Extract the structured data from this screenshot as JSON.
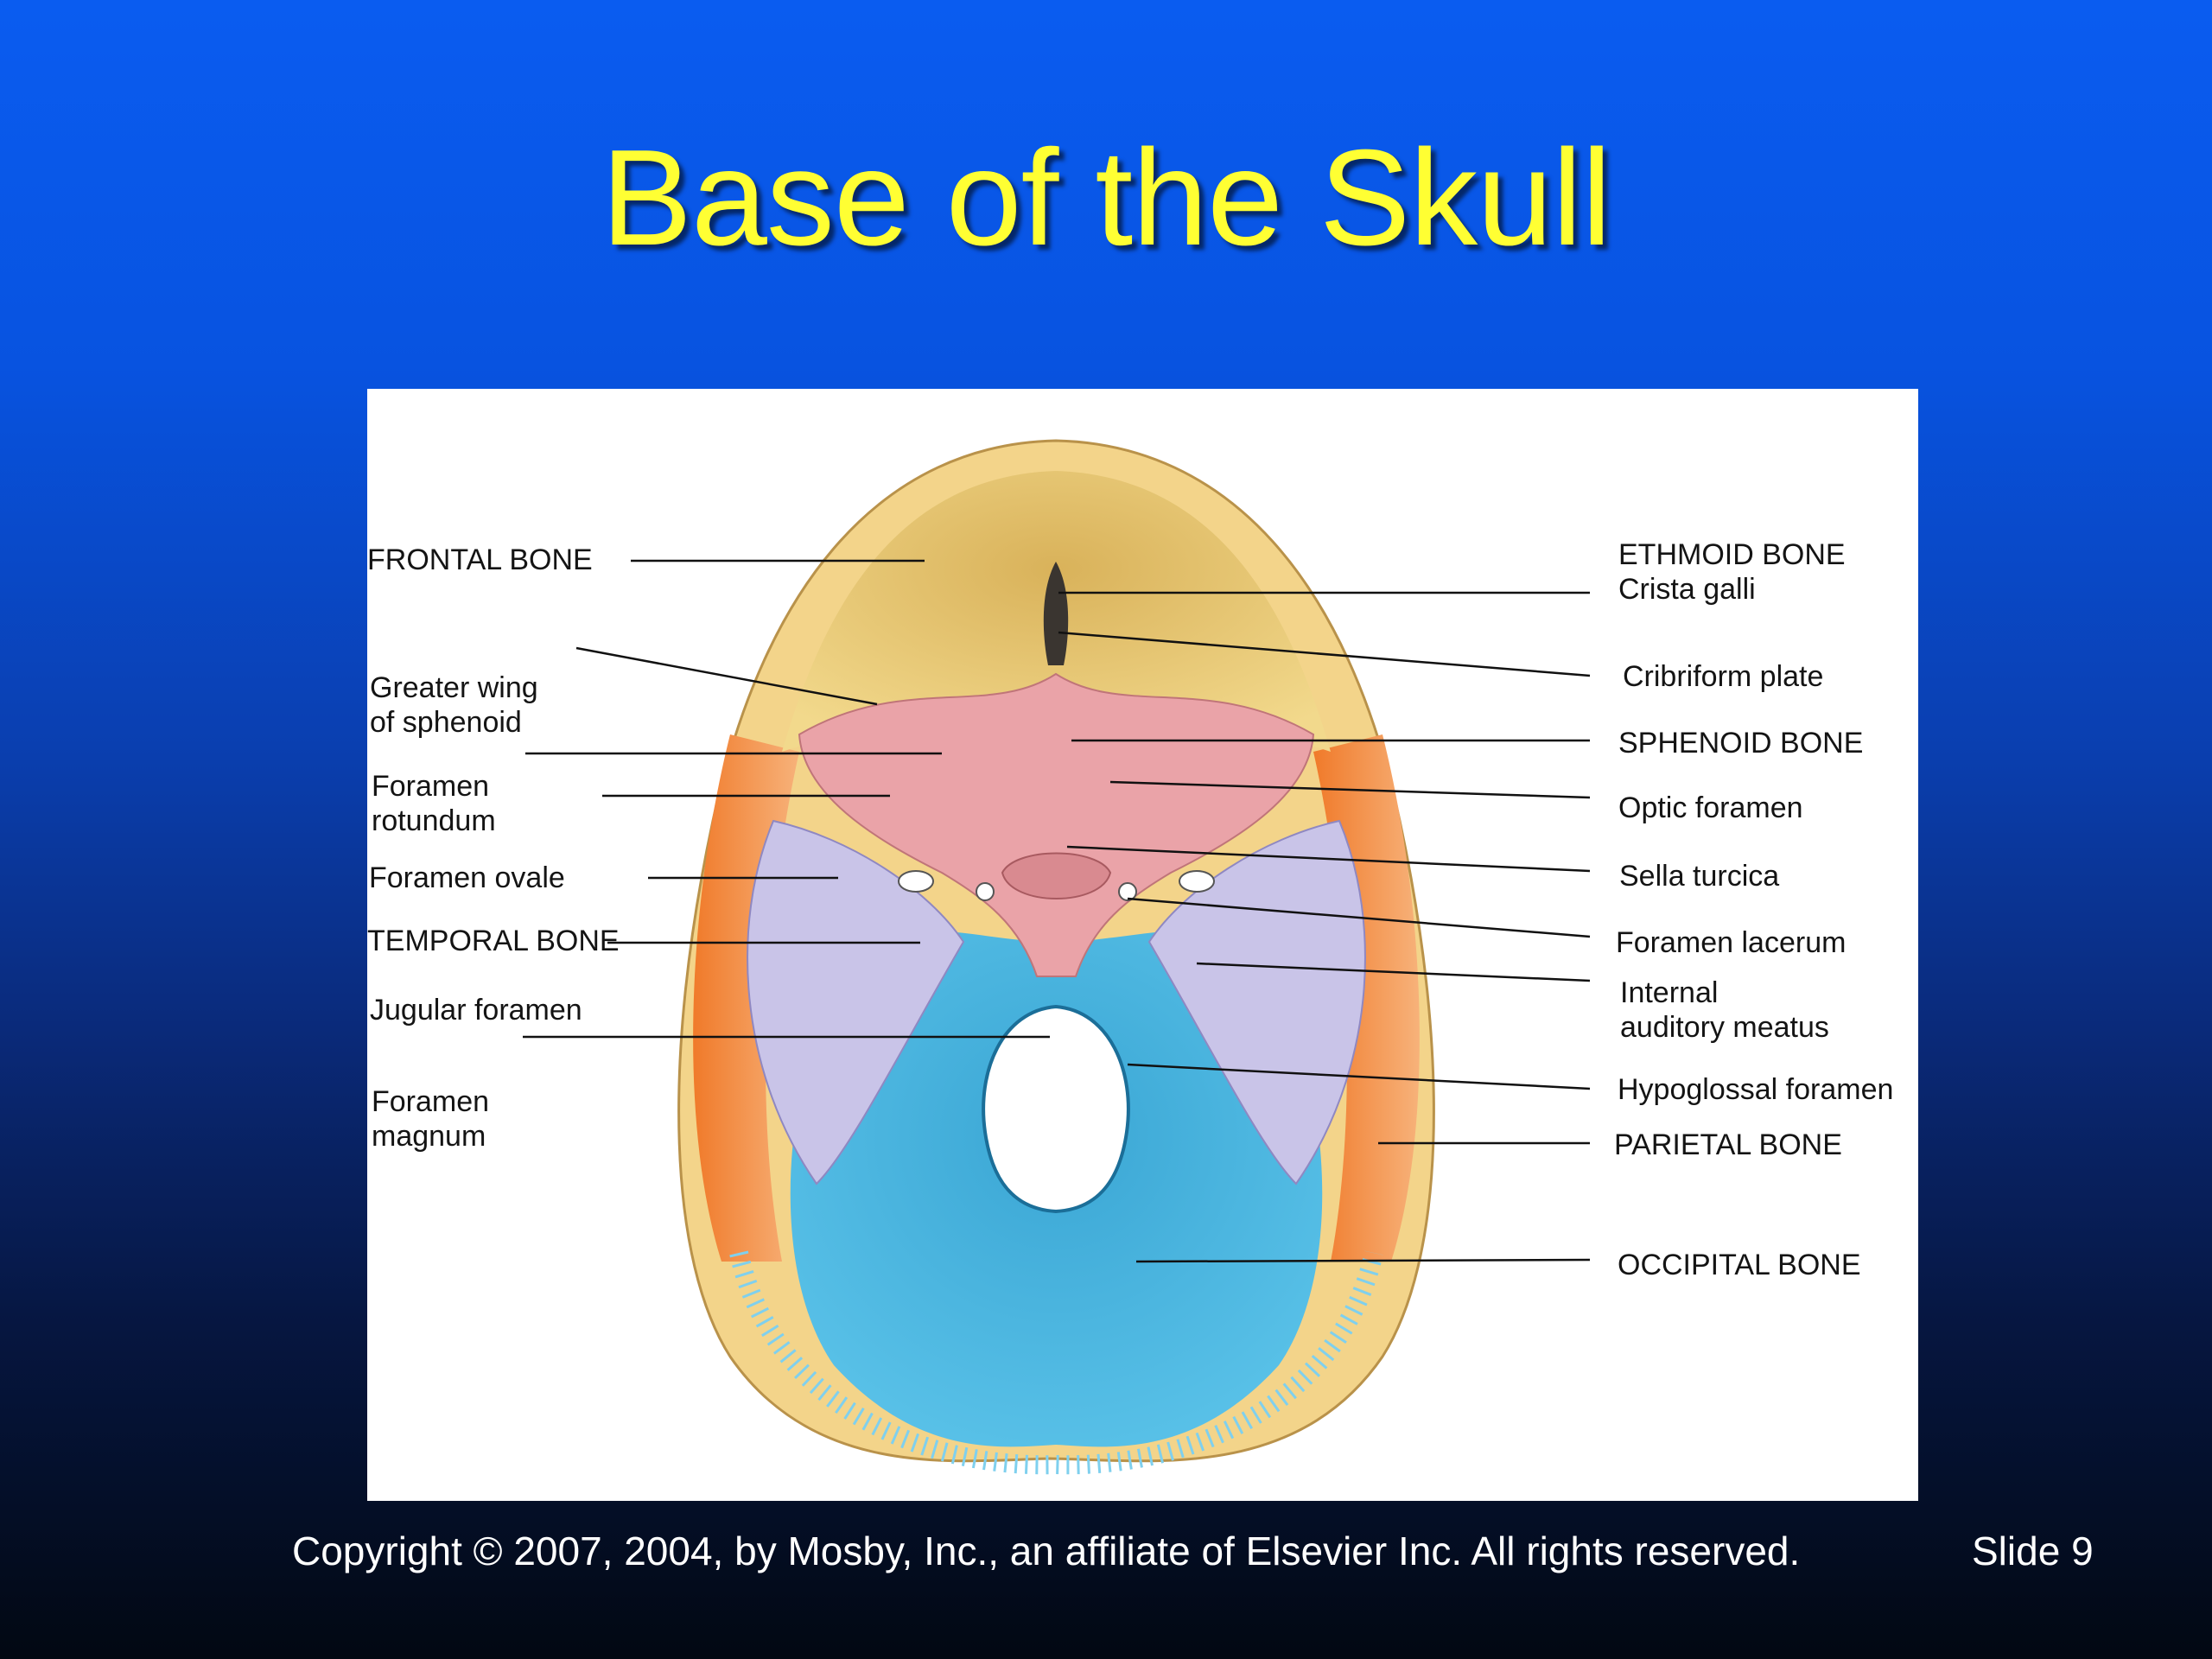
{
  "slide": {
    "title": "Base of the Skull",
    "copyright": "Copyright © 2007, 2004, by Mosby, Inc., an affiliate of Elsevier Inc. All rights reserved.",
    "slide_number": "Slide 9"
  },
  "diagram": {
    "left_labels": [
      {
        "id": "frontal-bone",
        "text": "FRONTAL BONE"
      },
      {
        "id": "greater-wing-of-sphenoid",
        "text": "Greater wing\nof sphenoid"
      },
      {
        "id": "foramen-rotundum",
        "text": "Foramen\nrotundum"
      },
      {
        "id": "foramen-ovale",
        "text": "Foramen ovale"
      },
      {
        "id": "temporal-bone",
        "text": "TEMPORAL BONE"
      },
      {
        "id": "jugular-foramen",
        "text": "Jugular foramen"
      },
      {
        "id": "foramen-magnum",
        "text": "Foramen\nmagnum"
      }
    ],
    "right_labels": [
      {
        "id": "ethmoid-bone-crista-galli",
        "text": "ETHMOID BONE\nCrista galli"
      },
      {
        "id": "cribriform-plate",
        "text": "Cribriform plate"
      },
      {
        "id": "sphenoid-bone",
        "text": "SPHENOID BONE"
      },
      {
        "id": "optic-foramen",
        "text": "Optic foramen"
      },
      {
        "id": "sella-turcica",
        "text": "Sella turcica"
      },
      {
        "id": "foramen-lacerum",
        "text": "Foramen lacerum"
      },
      {
        "id": "internal-auditory-meatus",
        "text": "Internal\nauditory meatus"
      },
      {
        "id": "hypoglossal-foramen",
        "text": "Hypoglossal foramen"
      },
      {
        "id": "parietal-bone",
        "text": "PARIETAL BONE"
      },
      {
        "id": "occipital-bone",
        "text": "OCCIPITAL BONE"
      }
    ],
    "colors": {
      "frontal": "#e6c46a",
      "sphenoid": "#e9a3a8",
      "temporal": "#c7c3e6",
      "parietal": "#f08a3a",
      "occipital": "#3fb2dc",
      "ethmoid": "#3a3530"
    }
  }
}
